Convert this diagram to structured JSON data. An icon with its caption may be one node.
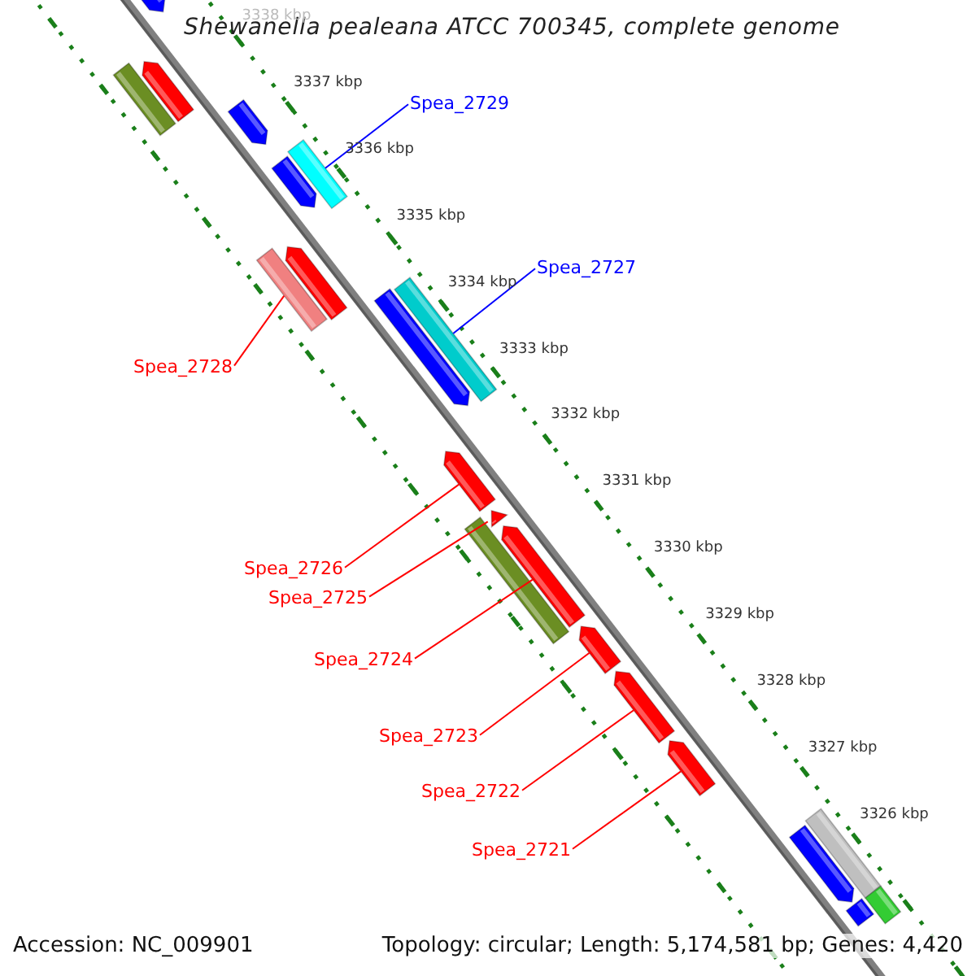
{
  "diagram": {
    "title": "Shewanella pealeana ATCC 700345, complete genome",
    "nodes": [
      {
        "text": [
          "Spea_2729"
        ]
      },
      {
        "text": [],
        "shape": "bar"
      },
      {
        "text": [
          "Spea_2727"
        ]
      },
      {
        "text": [],
        "shape": "bar"
      },
      {
        "text": [
          "Spea_2728"
        ]
      },
      {
        "text": [],
        "shape": "bar"
      },
      {
        "text": [
          "Spea_2726"
        ]
      },
      {
        "text": [],
        "shape": "bar"
      },
      {
        "text": [
          "Spea_2725"
        ]
      },
      {
        "text": [],
        "shape": "bar"
      },
      {
        "text": [
          "Spea_2724"
        ]
      },
      {
        "text": [],
        "shape": "bar"
      },
      {
        "text": [
          "Spea_2723"
        ]
      },
      {
        "text": [],
        "shape": "bar"
      },
      {
        "text": [
          "Spea_2722"
        ]
      },
      {
        "text": [],
        "shape": "bar"
      },
      {
        "text": [
          "Spea_2721"
        ]
      },
      {
        "text": [],
        "shape": "bar"
      },
      {
        "text": [],
        "shape": "bar"
      },
      {
        "text": [],
        "shape": "bar"
      },
      {
        "text": [],
        "shape": "bar"
      },
      {
        "text": [],
        "shape": "bar"
      },
      {
        "text": [],
        "shape": "bar"
      },
      {
        "text": [],
        "shape": "bar"
      },
      {
        "text": [],
        "shape": "bar"
      },
      {
        "text": [],
        "shape": "bar"
      },
      {
        "text": [],
        "shape": "bar"
      },
      {
        "text": [],
        "shape": "bar"
      },
      {
        "text": [],
        "shape": "bar"
      },
      {
        "text": [],
        "shape": "bar"
      }
    ],
    "edges": [
      {
        "from": 0,
        "to": 1,
        "arrow": "none",
        "color": "#0000ff"
      },
      {
        "from": 2,
        "to": 3,
        "arrow": "none",
        "color": "#0000ff"
      },
      {
        "from": 4,
        "to": 5,
        "arrow": "none"
      },
      {
        "from": 6,
        "to": 7,
        "arrow": "none"
      },
      {
        "from": 8,
        "to": 9,
        "arrow": "none"
      },
      {
        "from": 10,
        "to": 11,
        "arrow": "none"
      },
      {
        "from": 12,
        "to": 13,
        "arrow": "none"
      },
      {
        "from": 14,
        "to": 15,
        "arrow": "none"
      },
      {
        "from": 16,
        "to": 17,
        "arrow": "none"
      }
    ],
    "labels": [
      "3338 kbp",
      "3337 kbp",
      "3336 kbp",
      "3335 kbp",
      "3334 kbp",
      "3333 kbp",
      "3332 kbp",
      "3331 kbp",
      "3330 kbp",
      "3329 kbp",
      "3328 kbp",
      "3327 kbp",
      "3326 kbp",
      "Accession: NC_009901",
      "Topology: circular; Length: 5,174,581 bp; Genes: 4,420"
    ]
  }
}
